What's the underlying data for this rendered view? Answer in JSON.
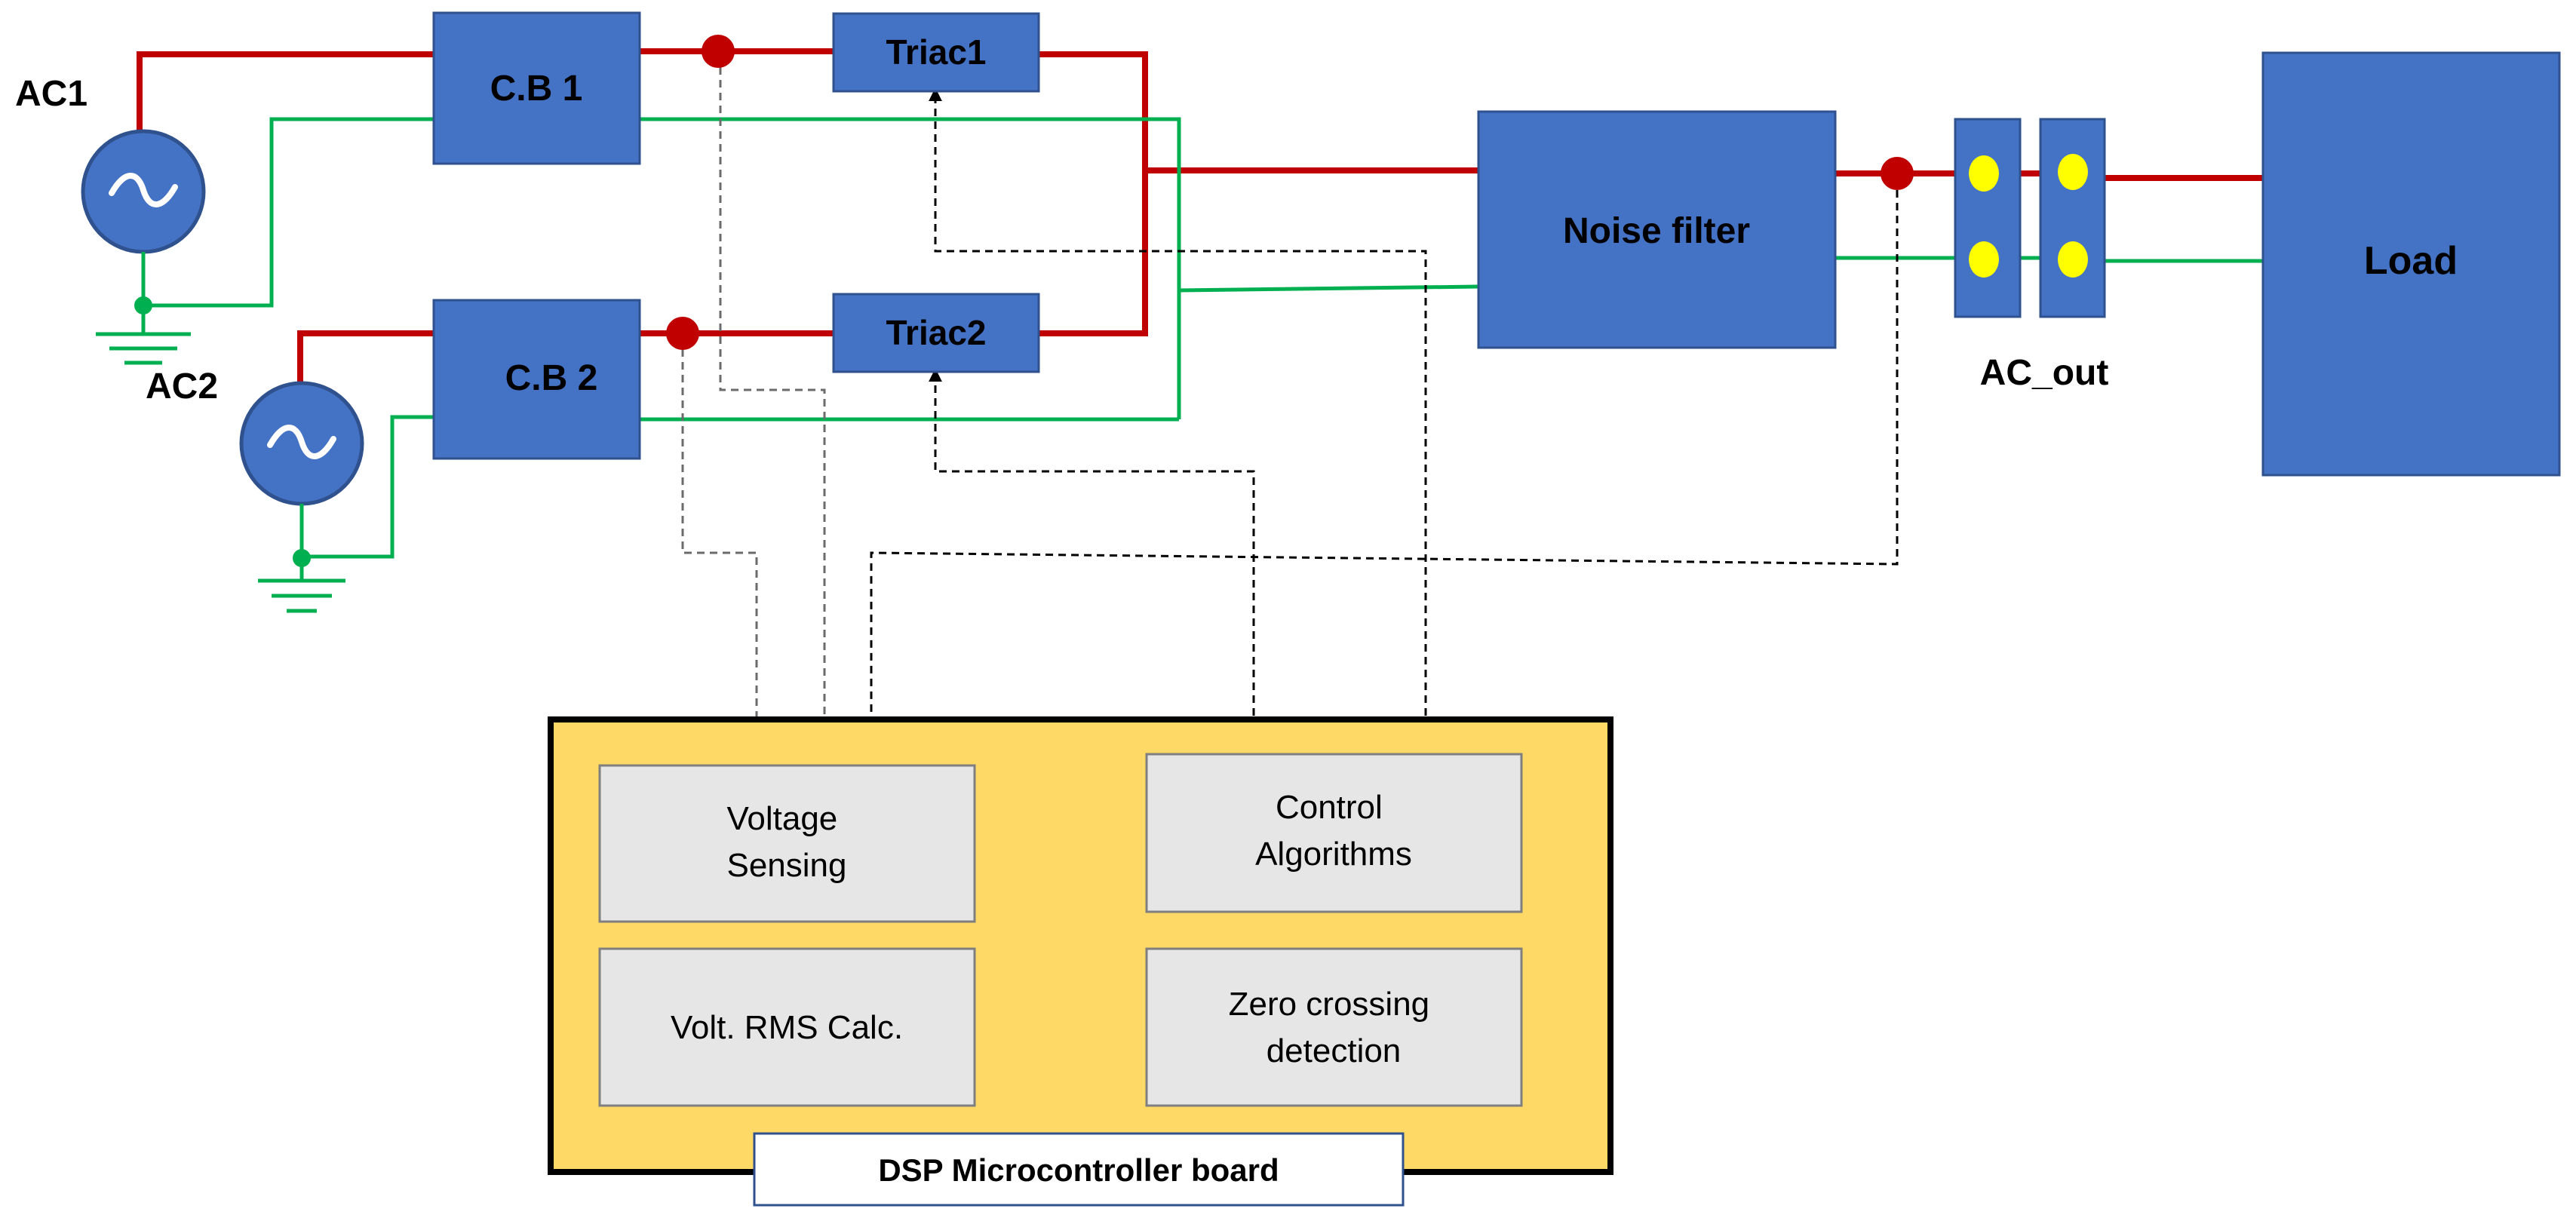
{
  "sources": {
    "ac1": "AC1",
    "ac2": "AC2"
  },
  "breakers": {
    "cb1": "C.B 1",
    "cb2": "C.B 2"
  },
  "switches": {
    "triac1": "Triac1",
    "triac2": "Triac2"
  },
  "filter": "Noise filter",
  "output_connector": "AC_out",
  "load": "Load",
  "dsp_board": {
    "title": "DSP Microcontroller board",
    "blocks": {
      "voltage_sensing": [
        "Voltage",
        "Sensing"
      ],
      "control_algorithms": [
        "Control",
        "Algorithms"
      ],
      "rms_calc": "Volt. RMS Calc.",
      "zero_crossing": [
        "Zero crossing",
        "detection"
      ]
    }
  },
  "colors": {
    "block_blue": "#4472C4",
    "live_wire_red": "#C00000",
    "neutral_wire_green": "#00B050",
    "board_fill": "#FFD966",
    "sub_block_gray": "#E7E6E6",
    "terminal_yellow": "#FFFF00",
    "junction_red": "#C00000"
  }
}
